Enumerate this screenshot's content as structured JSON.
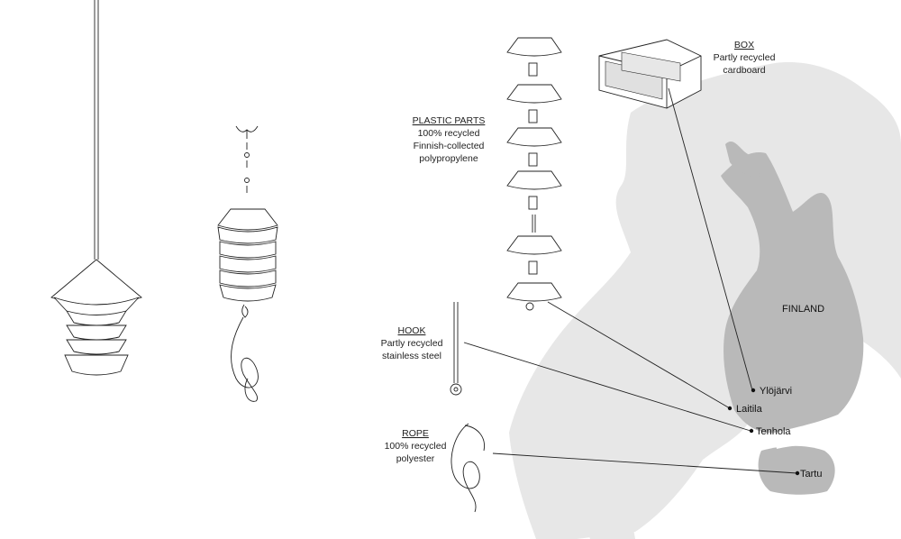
{
  "parts": {
    "box": {
      "title": "BOX",
      "lines": [
        "Partly recycled",
        "cardboard"
      ]
    },
    "plastic": {
      "title": "PLASTIC PARTS",
      "lines": [
        "100% recycled",
        "Finnish-collected",
        "polypropylene"
      ]
    },
    "hook": {
      "title": "HOOK",
      "lines": [
        "Partly recycled",
        "stainless steel"
      ]
    },
    "rope": {
      "title": "ROPE",
      "lines": [
        "100% recycled",
        "polyester"
      ]
    }
  },
  "map": {
    "country": "FINLAND",
    "places": [
      "Ylöjärvi",
      "Laitila",
      "Tenhola",
      "Tartu"
    ]
  },
  "colors": {
    "map_light": "#e7e7e7",
    "map_dark": "#b9b9b9",
    "line": "#222222"
  }
}
